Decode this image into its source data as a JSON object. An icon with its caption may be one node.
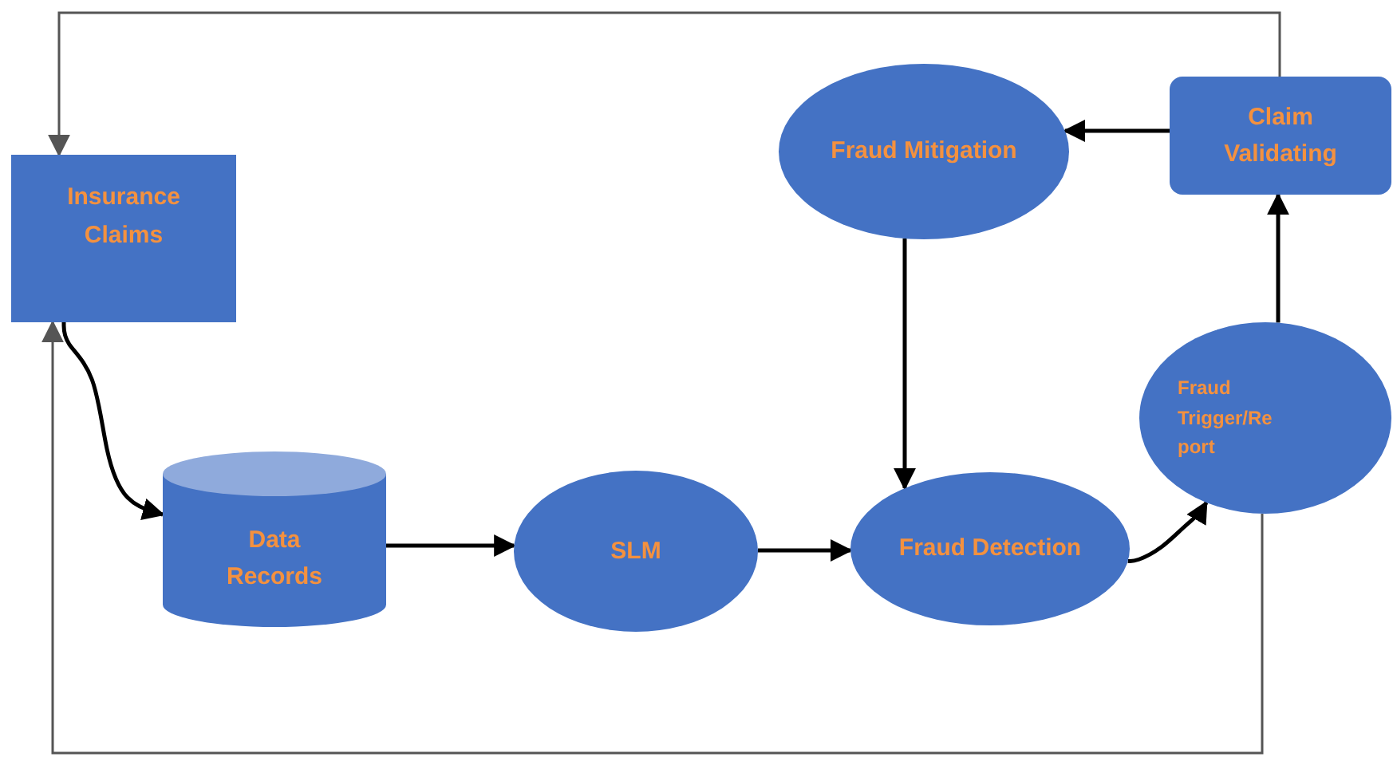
{
  "diagram": {
    "nodes": [
      {
        "text": [
          "Insurance Claims"
        ]
      },
      {
        "text": [
          "Data Records"
        ]
      },
      {
        "text": [
          "SLM"
        ]
      },
      {
        "text": [
          "Fraud Mitigation"
        ]
      },
      {
        "text": [
          "Claim Validating"
        ]
      },
      {
        "text": [
          "Fraud Detection"
        ]
      },
      {
        "text": [
          "Fraud Trigger/Re port"
        ]
      }
    ],
    "edges": [
      {
        "from": 0,
        "to": 1,
        "arrow": "to"
      },
      {
        "from": 1,
        "to": 2,
        "arrow": "to"
      },
      {
        "from": 2,
        "to": 5,
        "arrow": "to"
      },
      {
        "from": 3,
        "to": 5,
        "arrow": "to"
      },
      {
        "from": 5,
        "to": 6,
        "arrow": "to"
      },
      {
        "from": 6,
        "to": 4,
        "arrow": "to"
      },
      {
        "from": 4,
        "to": 3,
        "arrow": "to"
      },
      {
        "from": 4,
        "to": 0,
        "arrow": "to",
        "color": "#555555"
      },
      {
        "from": 6,
        "to": 0,
        "arrow": "to",
        "color": "#555555"
      }
    ]
  }
}
